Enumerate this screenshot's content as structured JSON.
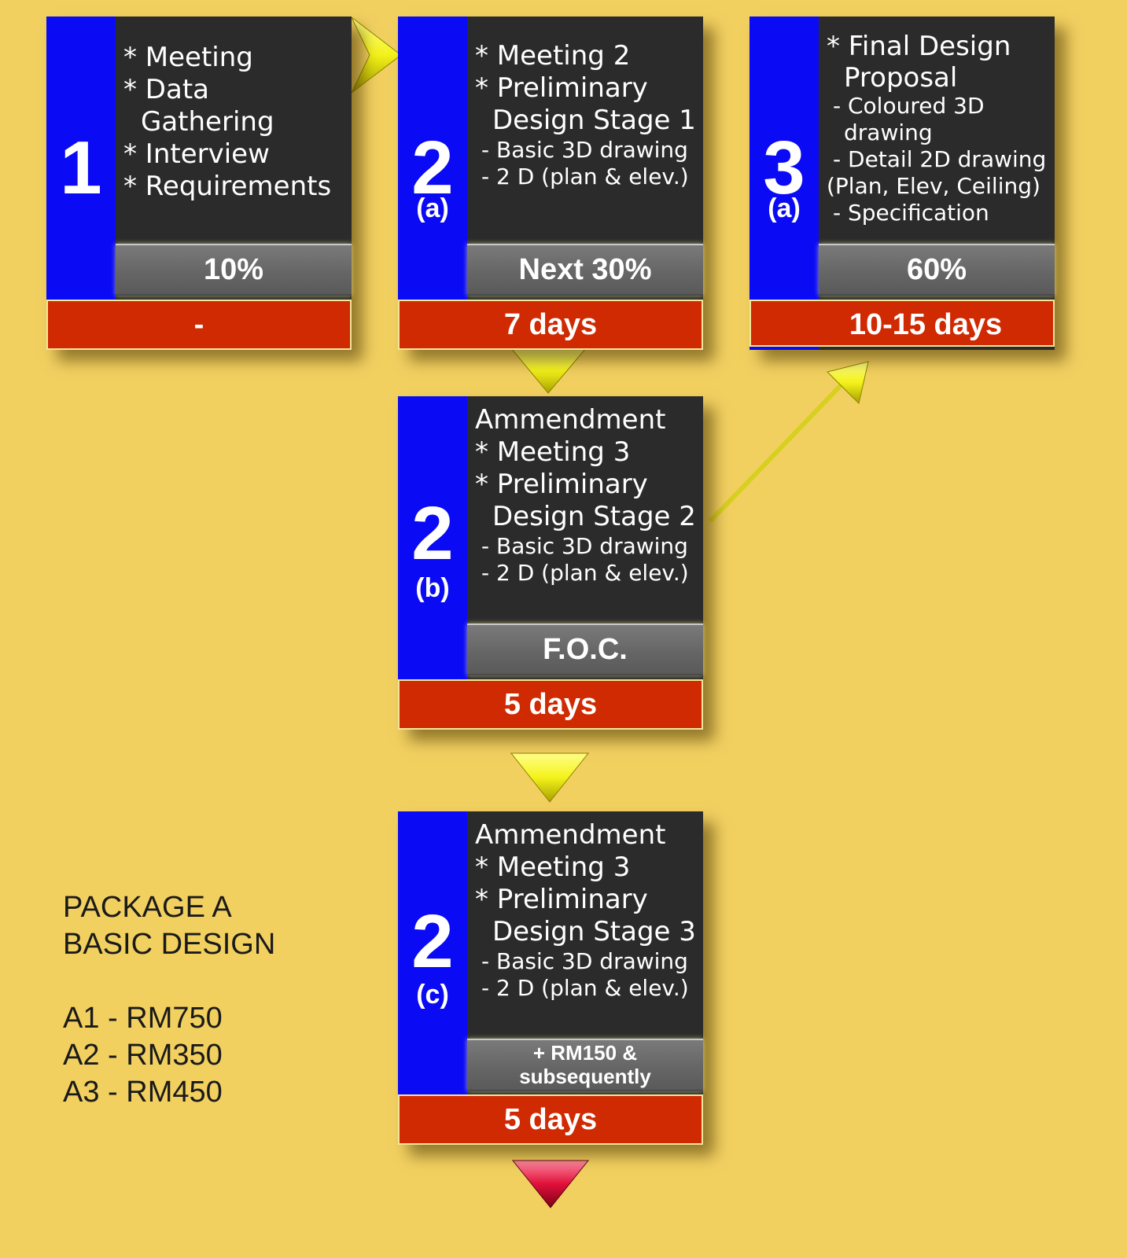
{
  "stage1": {
    "number": "1",
    "lines": [
      "* Meeting",
      "* Data",
      "Gathering",
      "* Interview",
      "* Requirements"
    ],
    "percent": "10%",
    "duration": "-"
  },
  "stage2a": {
    "number": "2",
    "sub": "(a)",
    "lines": [
      "* Meeting 2",
      "* Preliminary",
      "Design Stage 1",
      "- Basic 3D drawing",
      "- 2 D (plan & elev.)"
    ],
    "percent": "Next 30%",
    "duration": "7 days"
  },
  "stage3a": {
    "number": "3",
    "sub": "(a)",
    "lines": [
      "* Final Design",
      "Proposal",
      "- Coloured 3D",
      "drawing",
      "- Detail 2D drawing",
      "(Plan, Elev, Ceiling)",
      "- Specification"
    ],
    "percent": "60%",
    "duration": "10-15 days"
  },
  "stage2b": {
    "number": "2",
    "sub": "(b)",
    "lines": [
      "Ammendment",
      "* Meeting 3",
      "* Preliminary",
      "Design Stage 2",
      "- Basic 3D drawing",
      "- 2 D (plan & elev.)"
    ],
    "percent": "F.O.C.",
    "duration": "5 days"
  },
  "stage2c": {
    "number": "2",
    "sub": "(c)",
    "lines": [
      "Ammendment",
      "* Meeting 3",
      "* Preliminary",
      "Design Stage 3",
      "- Basic 3D drawing",
      "- 2 D (plan & elev.)"
    ],
    "percent_lines": [
      "+ RM150 &",
      "subsequently"
    ],
    "duration": "5 days"
  },
  "package": {
    "title": "PACKAGE A",
    "subtitle": "BASIC DESIGN",
    "prices": [
      "A1 - RM750",
      "A2 - RM350",
      "A3 - RM450"
    ]
  },
  "colors": {
    "background": "#f2d060",
    "number_panel": "#0a0af5",
    "card": "#2b2b2b",
    "percent_bar": "#6b6b6b",
    "duration_bar": "#d02a02",
    "arrow": "#f0f020",
    "end_arrow": "#e0103a"
  }
}
